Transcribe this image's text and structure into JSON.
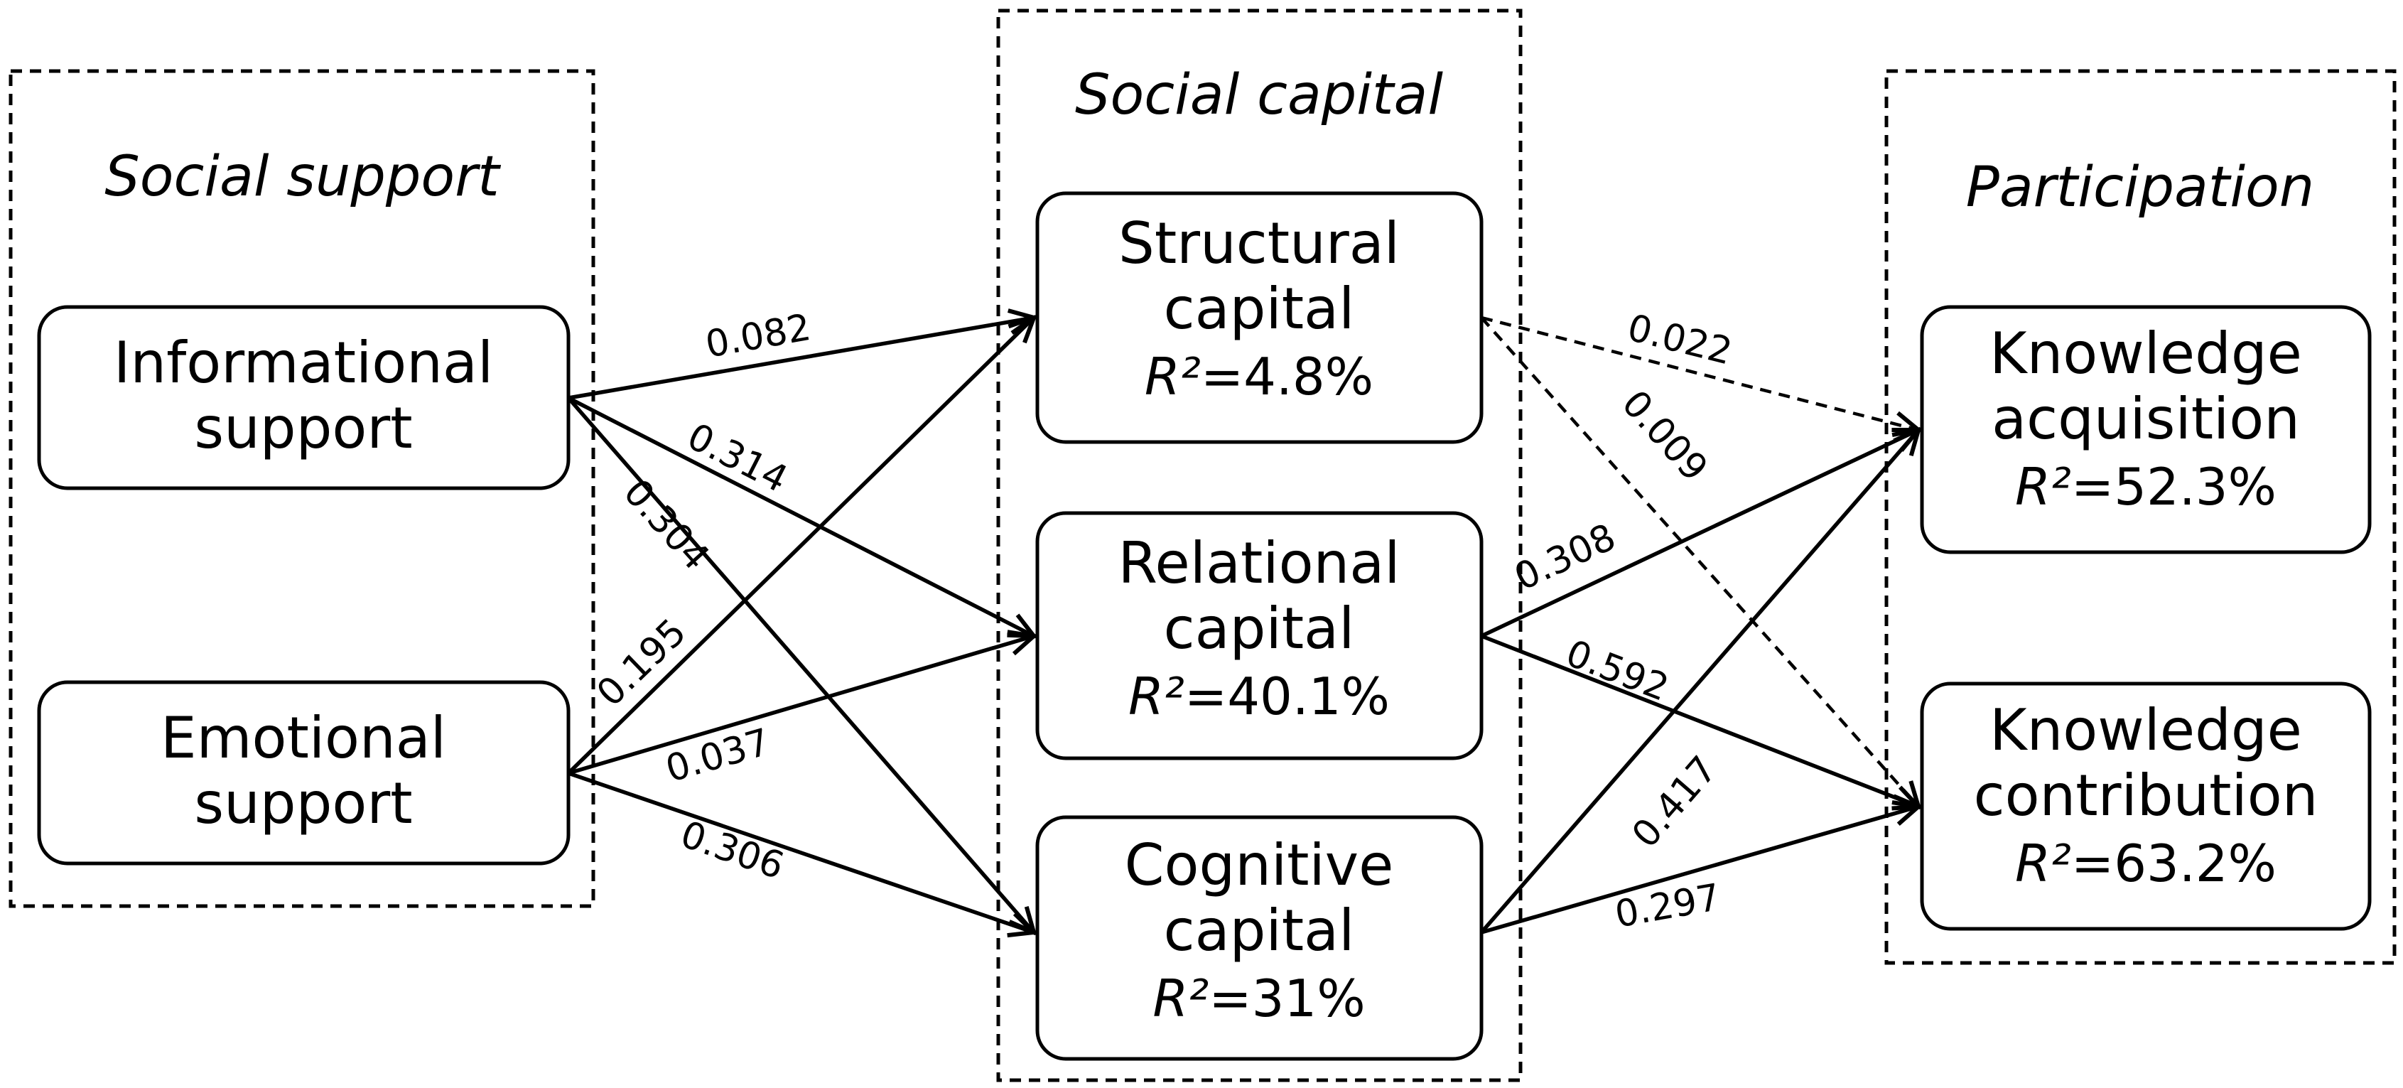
{
  "groups": {
    "social_support": "Social support",
    "social_capital": "Social capital",
    "participation": "Participation"
  },
  "nodes": {
    "informational": {
      "line1": "Informational",
      "line2": "support"
    },
    "emotional": {
      "line1": "Emotional",
      "line2": "support"
    },
    "structural": {
      "line1": "Structural",
      "line2": "capital",
      "r2_label": "R²",
      "r2_value": "=4.8%"
    },
    "relational": {
      "line1": "Relational",
      "line2": "capital",
      "r2_label": "R²",
      "r2_value": "=40.1%"
    },
    "cognitive": {
      "line1": "Cognitive",
      "line2": "capital",
      "r2_label": "R²",
      "r2_value": "=31%"
    },
    "acquisition": {
      "line1": "Knowledge",
      "line2": "acquisition",
      "r2_label": "R²",
      "r2_value": "=52.3%"
    },
    "contribution": {
      "line1": "Knowledge",
      "line2": "contribution",
      "r2_label": "R²",
      "r2_value": "=63.2%"
    }
  },
  "paths": [
    {
      "id": "info-structural",
      "from": "informational",
      "to": "structural",
      "coef": "0.082",
      "significant": true
    },
    {
      "id": "info-relational",
      "from": "informational",
      "to": "relational",
      "coef": "0.314",
      "significant": true
    },
    {
      "id": "info-cognitive",
      "from": "informational",
      "to": "cognitive",
      "coef": "0.304",
      "significant": true
    },
    {
      "id": "emo-structural",
      "from": "emotional",
      "to": "structural",
      "coef": "0.195",
      "significant": true
    },
    {
      "id": "emo-relational",
      "from": "emotional",
      "to": "relational",
      "coef": "0.037",
      "significant": true
    },
    {
      "id": "emo-cognitive",
      "from": "emotional",
      "to": "cognitive",
      "coef": "0.306",
      "significant": true
    },
    {
      "id": "structural-acquisition",
      "from": "structural",
      "to": "acquisition",
      "coef": "0.022",
      "significant": false
    },
    {
      "id": "structural-contribution",
      "from": "structural",
      "to": "contribution",
      "coef": "0.009",
      "significant": false
    },
    {
      "id": "relational-acquisition",
      "from": "relational",
      "to": "acquisition",
      "coef": "0.308",
      "significant": true
    },
    {
      "id": "relational-contribution",
      "from": "relational",
      "to": "contribution",
      "coef": "0.592",
      "significant": true
    },
    {
      "id": "cognitive-acquisition",
      "from": "cognitive",
      "to": "acquisition",
      "coef": "0.417",
      "significant": true
    },
    {
      "id": "cognitive-contribution",
      "from": "cognitive",
      "to": "contribution",
      "coef": "0.297",
      "significant": true
    }
  ]
}
